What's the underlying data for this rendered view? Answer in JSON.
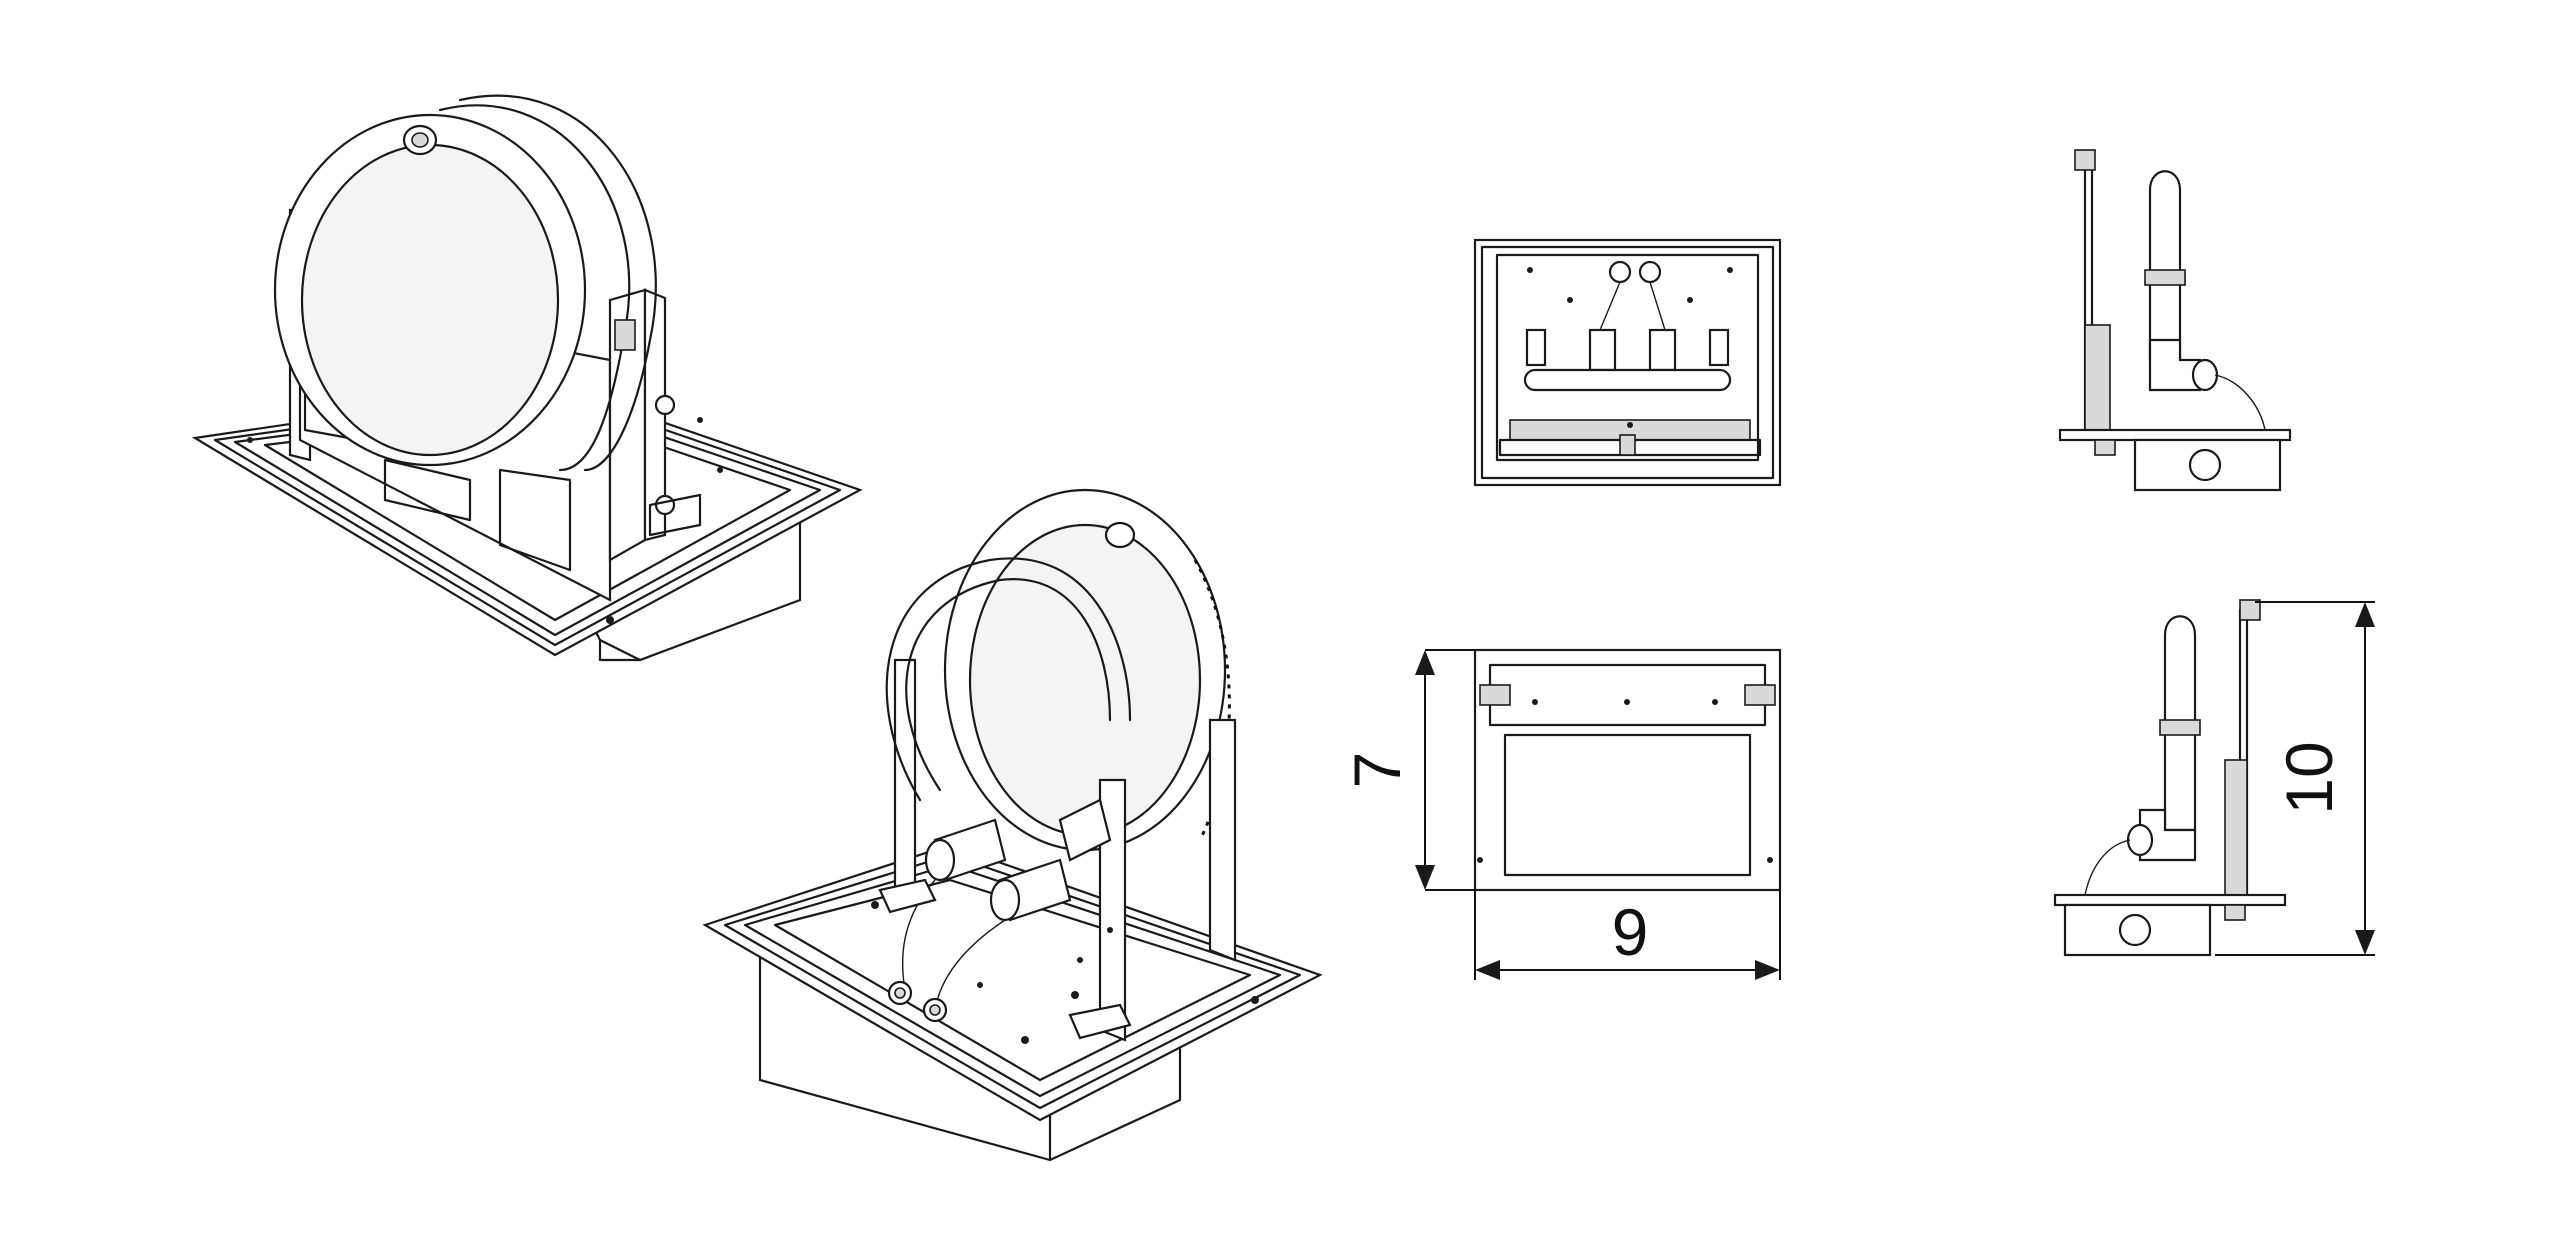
{
  "dimensions": {
    "front_height": "7",
    "front_width": "9",
    "side_height": "10"
  },
  "colors": {
    "line": "#1a1a1a",
    "background": "#ffffff"
  }
}
